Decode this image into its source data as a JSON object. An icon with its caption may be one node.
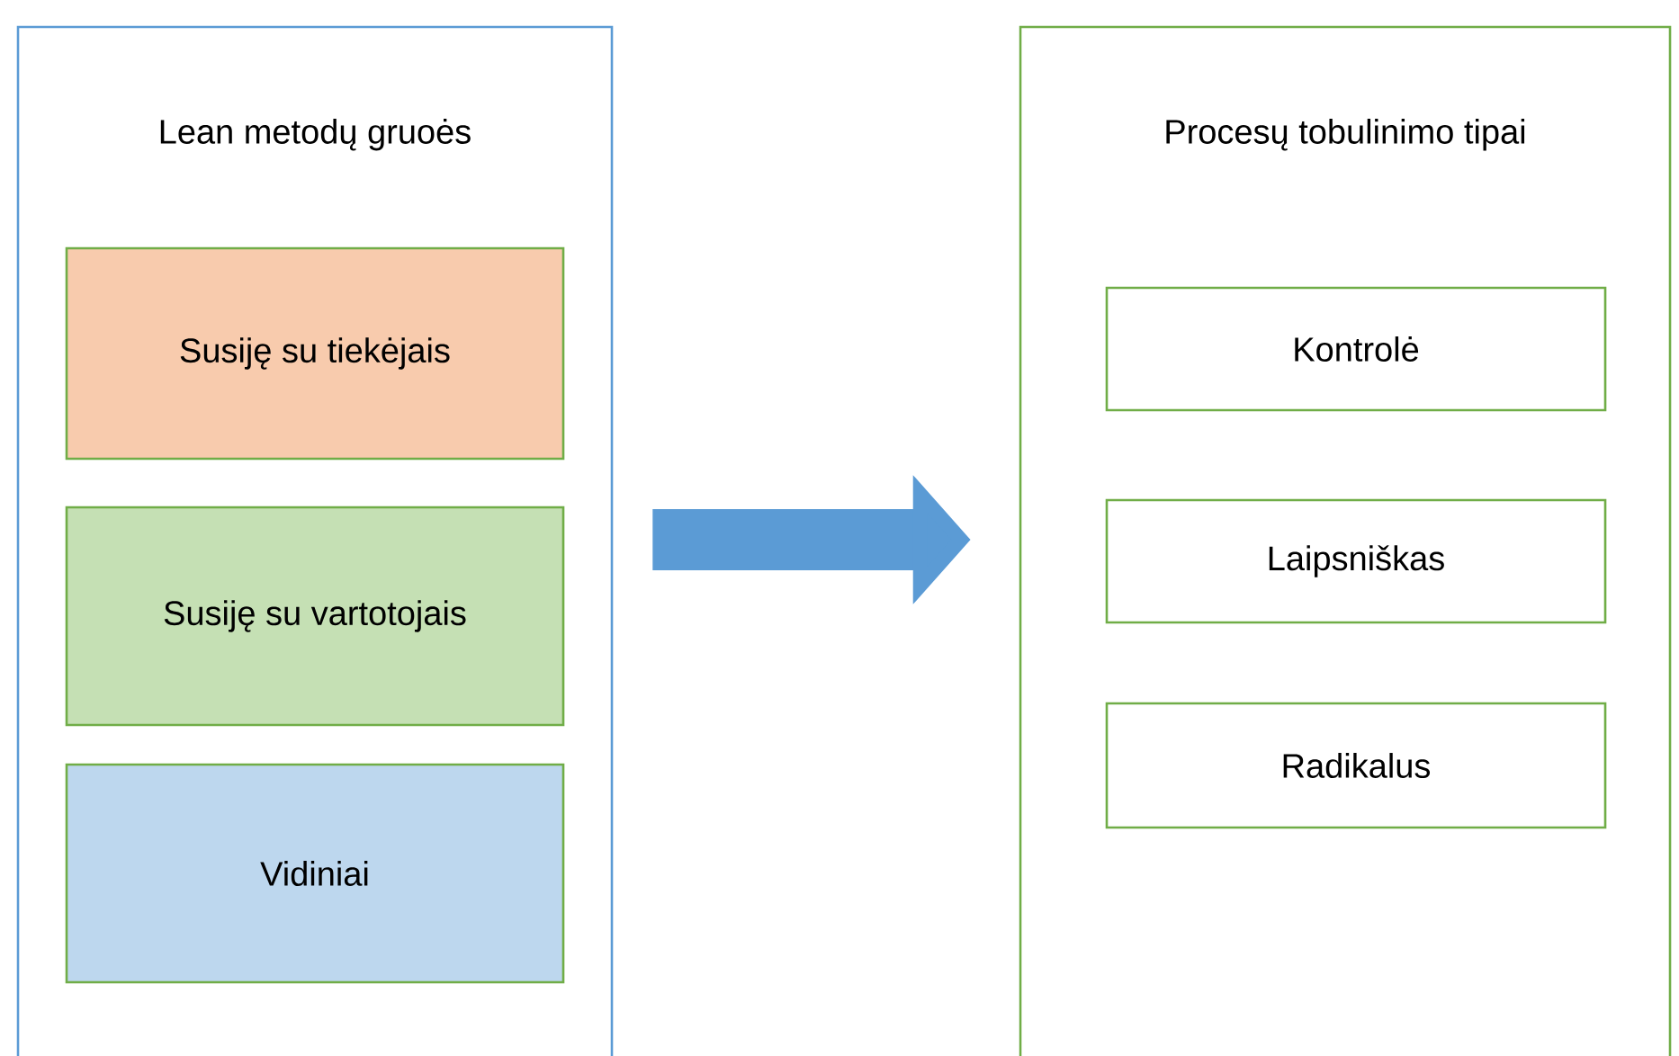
{
  "diagram": {
    "nodes": [
      {
        "text": [
          "Lean metodų gruoės"
        ]
      },
      {
        "text": [
          "Susiję su tiekėjais"
        ],
        "in": 0
      },
      {
        "text": [
          "Susiję su vartotojais"
        ],
        "in": 0
      },
      {
        "text": [
          "Vidiniai"
        ],
        "in": 0
      },
      {
        "text": [
          "Procesų tobulinimo tipai"
        ]
      },
      {
        "text": [
          "Kontrolė"
        ],
        "in": 4
      },
      {
        "text": [
          "Laipsniškas"
        ],
        "in": 4
      },
      {
        "text": [
          "Radikalus"
        ],
        "in": 4
      }
    ],
    "edges": [
      {
        "from": 0,
        "to": 4,
        "arrow": "to"
      }
    ]
  }
}
